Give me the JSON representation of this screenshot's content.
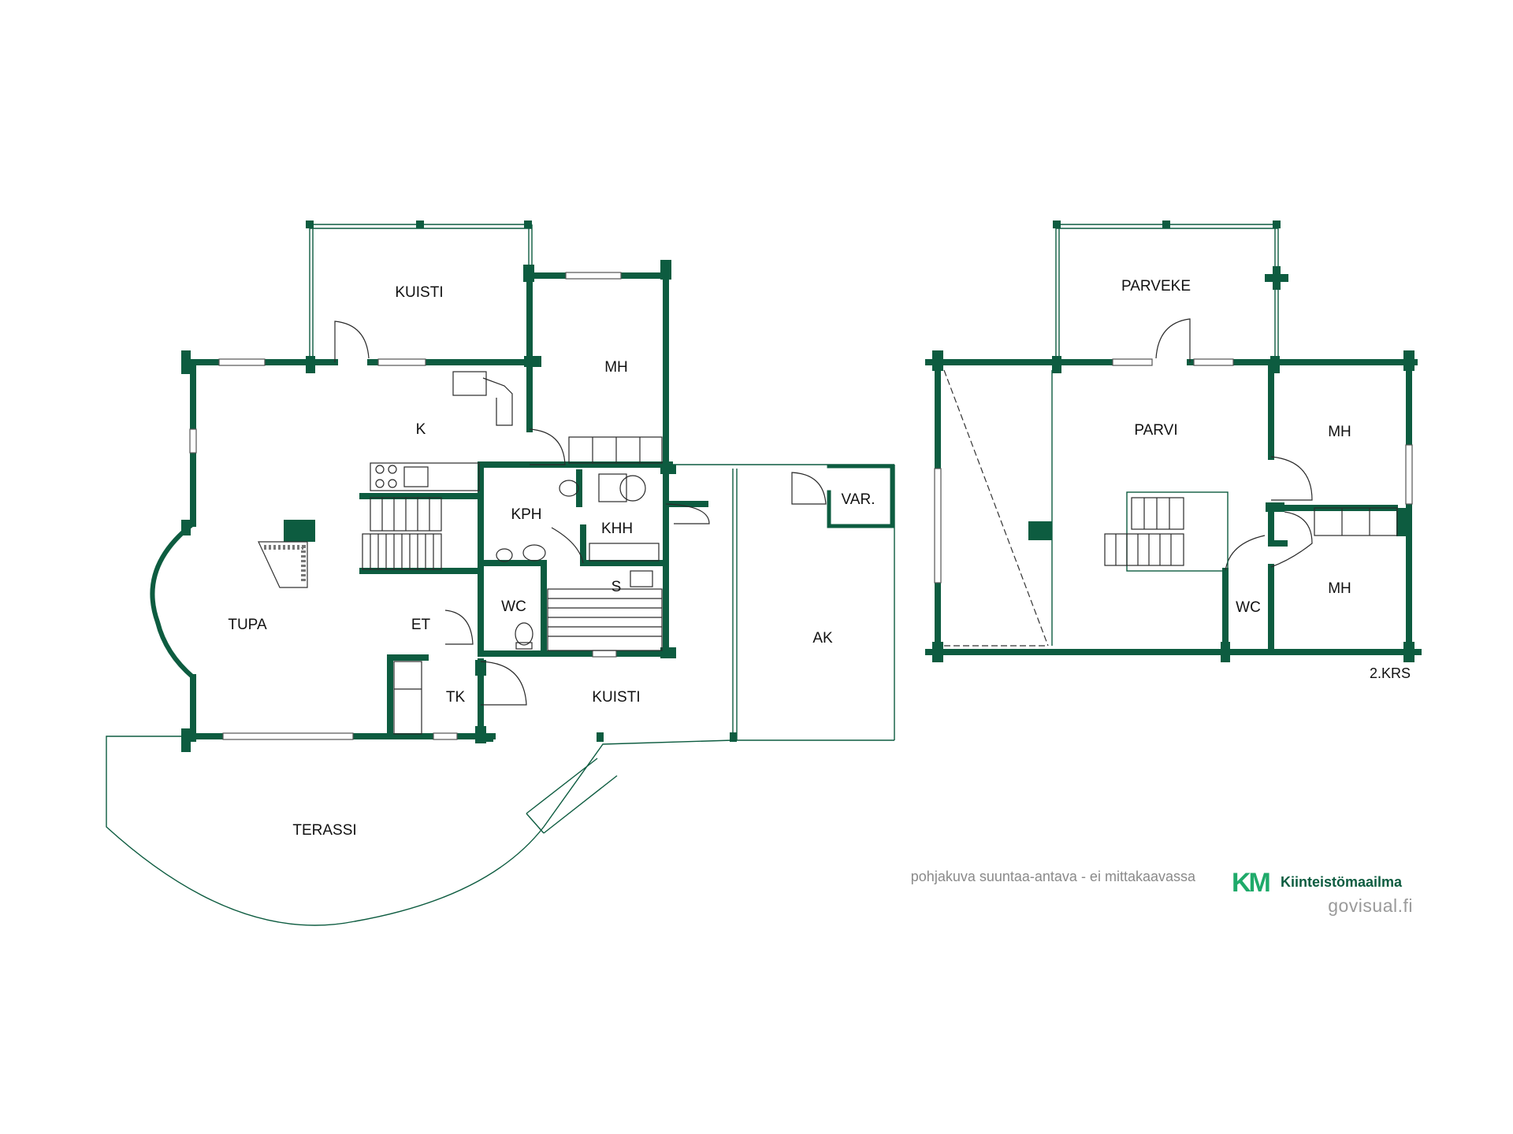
{
  "floor1": {
    "rooms": {
      "kuisti_top": "KUISTI",
      "mh": "MH",
      "k": "K",
      "kph": "KPH",
      "khh": "KHH",
      "var": "VAR.",
      "tupa": "TUPA",
      "et": "ET",
      "wc": "WC",
      "s": "S",
      "ak": "AK",
      "tk": "TK",
      "kuisti_bottom": "KUISTI",
      "terassi": "TERASSI"
    }
  },
  "floor2": {
    "rooms": {
      "parveke": "PARVEKE",
      "parvi": "PARVI",
      "mh_top": "MH",
      "mh_bottom": "MH",
      "wc": "WC"
    },
    "floor_label": "2.KRS"
  },
  "footer": {
    "disclaimer": "pohjakuva suuntaa-antava - ei mittakaavassa",
    "brand_initials": "KM",
    "brand_name": "Kiinteistömaailma",
    "credit": "govisual.fi"
  },
  "colors": {
    "wall": "#0d5c40",
    "brand_green": "#1faa6a",
    "brand_dark": "#0d5c40"
  }
}
